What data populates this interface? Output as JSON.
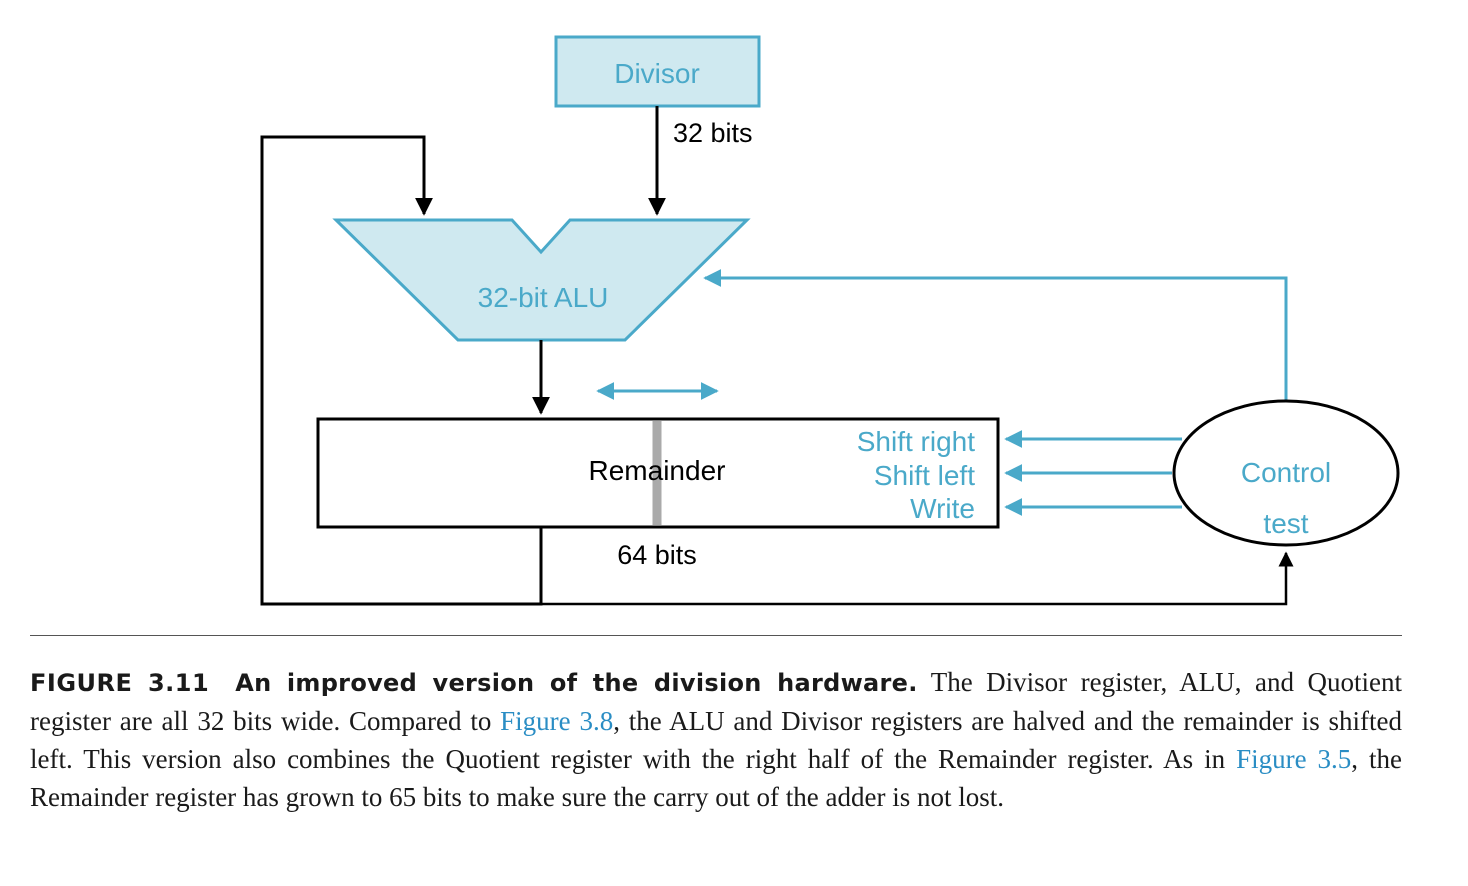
{
  "colors": {
    "accent": "#4aa9c9",
    "fill": "#cfe9f0",
    "line": "#000000",
    "divider": "#aaaaaa",
    "link": "#2a8dc4"
  },
  "diagram": {
    "divisor_label": "Divisor",
    "divisor_width_label": "32 bits",
    "alu_label": "32-bit ALU",
    "remainder_label": "Remainder",
    "remainder_width_label": "64 bits",
    "control_signals": [
      "Shift right",
      "Shift left",
      "Write"
    ],
    "control_label_line1": "Control",
    "control_label_line2": "test"
  },
  "caption": {
    "figure_label": "FIGURE 3.11",
    "title": "An improved version of the division hardware.",
    "text_1": " The Divisor register, ALU, and Quotient register are all 32 bits wide. Compared to ",
    "link_1": "Figure 3.8",
    "text_2": ", the ALU and Divisor registers are halved and the remainder is shifted left. This version also combines the Quotient register with the right half of the Remainder register. As in ",
    "link_2": "Figure 3.5",
    "text_3": ", the Remainder register has grown to 65 bits to make sure the carry out of the adder is not lost."
  }
}
